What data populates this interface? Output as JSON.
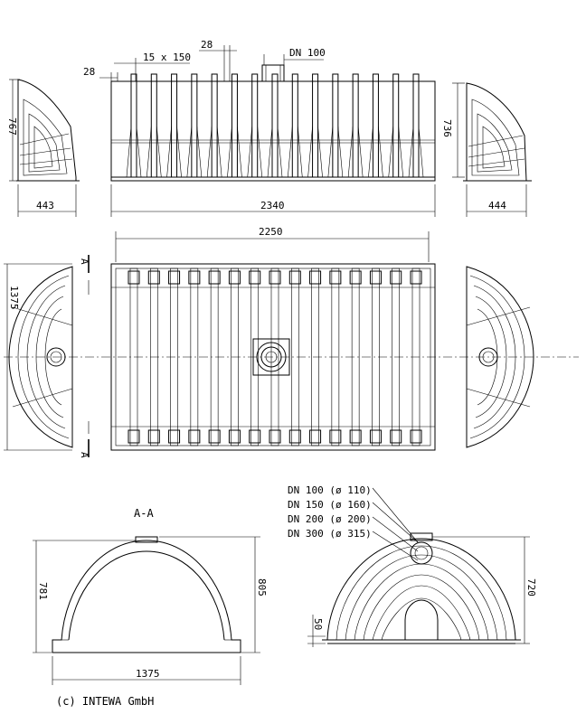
{
  "drawing": {
    "top_row": {
      "left_view": {
        "height_label": "767",
        "width_label": "443"
      },
      "front_view": {
        "edge_label": "28",
        "pitch_label": "15 x 150",
        "rib_label": "28",
        "nozzle_label": "DN 100",
        "length_label": "2340"
      },
      "right_view": {
        "height_label": "736",
        "width_label": "444"
      }
    },
    "middle_row": {
      "plan_length_label": "2250",
      "plan_width_label": "1375",
      "section_marker_top": "A",
      "section_marker_bottom": "A"
    },
    "bottom_row": {
      "section": {
        "title": "A-A",
        "inner_height_label": "781",
        "outer_height_label": "805",
        "base_width_label": "1375"
      },
      "end_view": {
        "nozzle_sizes": [
          "DN 100 (ø 110)",
          "DN 150 (ø 160)",
          "DN 200 (ø 200)",
          "DN 300 (ø 315)"
        ],
        "base_label": "50",
        "height_label": "720"
      }
    },
    "copyright": "(c) INTEWA GmbH"
  }
}
